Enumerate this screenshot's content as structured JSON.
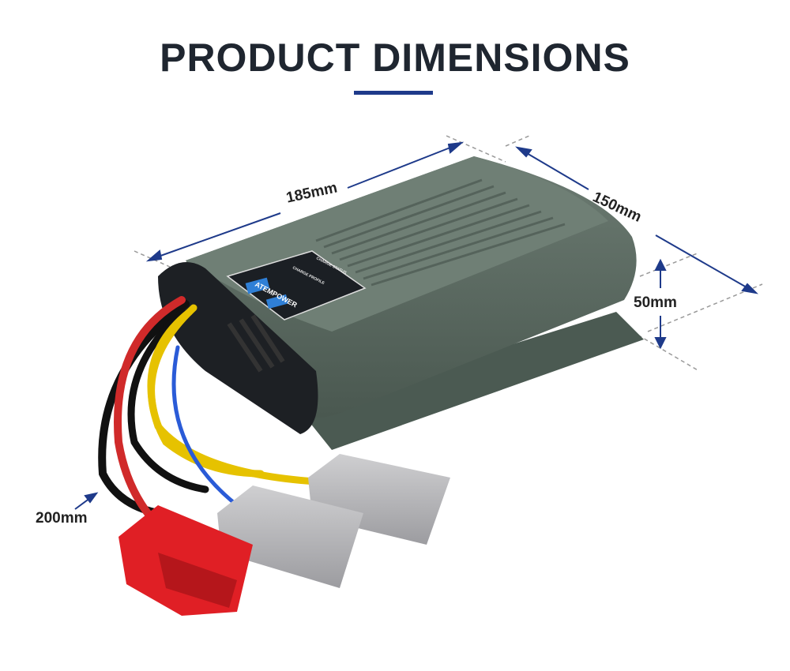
{
  "title": "PRODUCT DIMENSIONS",
  "accent_color": "#1e3a8a",
  "dimensions": {
    "length": "185mm",
    "width": "150mm",
    "height": "50mm",
    "cable": "200mm"
  },
  "product": {
    "brand": "ATEMPOWER",
    "panel_labels": [
      "CHARGE STATUS",
      "CHARGE PROFILE"
    ],
    "body_color": "#5c6b63"
  }
}
